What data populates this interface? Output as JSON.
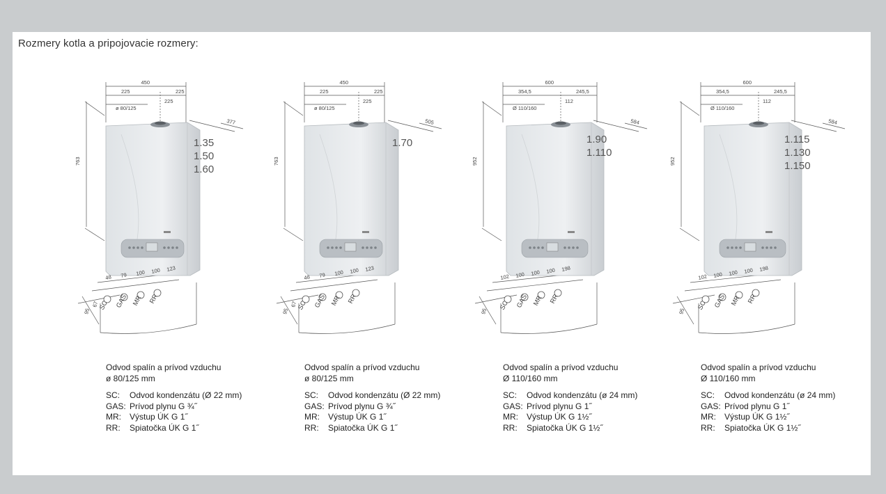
{
  "page": {
    "title": "Rozmery kotla a pripojovacie rozmery:"
  },
  "units": [
    {
      "models": [
        "1.35",
        "1.50",
        "1.60"
      ],
      "dims": {
        "width": "450",
        "half_left": "225",
        "half_right": "225",
        "flue_label": "ø 80/125",
        "flue_offset": "225",
        "depth": "377",
        "height": "763",
        "bottom": [
          "48",
          "79",
          "100",
          "100",
          "123"
        ],
        "side1": "67",
        "side2": "95"
      },
      "conn_labels": [
        "SC",
        "GAS",
        "MR",
        "RR"
      ],
      "caption": {
        "line1": "Odvod spalín a prívod vzduchu",
        "line2": "ø 80/125 mm",
        "legend": [
          {
            "key": "SC:",
            "text": "Odvod kondenzátu (Ø 22 mm)"
          },
          {
            "key": "GAS:",
            "text": "Prívod plynu G ¾˝"
          },
          {
            "key": "MR:",
            "text": "Výstup ÚK G 1˝"
          },
          {
            "key": "RR:",
            "text": "Spiatočka ÚK G 1˝"
          }
        ]
      }
    },
    {
      "models": [
        "1.70"
      ],
      "dims": {
        "width": "450",
        "half_left": "225",
        "half_right": "225",
        "flue_label": "ø 80/125",
        "flue_offset": "225",
        "depth": "505",
        "height": "763",
        "bottom": [
          "48",
          "79",
          "100",
          "100",
          "123"
        ],
        "side1": "67",
        "side2": "95"
      },
      "conn_labels": [
        "SC",
        "GAS",
        "MR",
        "RR"
      ],
      "caption": {
        "line1": "Odvod spalín a prívod vzduchu",
        "line2": "ø 80/125 mm",
        "legend": [
          {
            "key": "SC:",
            "text": "Odvod kondenzátu (Ø 22 mm)"
          },
          {
            "key": "GAS:",
            "text": "Prívod plynu G ¾˝"
          },
          {
            "key": "MR:",
            "text": "Výstup ÚK G 1˝"
          },
          {
            "key": "RR:",
            "text": "Spiatočka ÚK G 1˝"
          }
        ]
      }
    },
    {
      "models": [
        "1.90",
        "1.110"
      ],
      "dims": {
        "width": "600",
        "half_left": "354,5",
        "half_right": "245,5",
        "flue_label": "Ø 110/160",
        "flue_offset": "112",
        "depth": "584",
        "height": "952",
        "bottom": [
          "102",
          "100",
          "100",
          "100",
          "198"
        ],
        "side1": "",
        "side2": "95"
      },
      "conn_labels": [
        "SC",
        "GAS",
        "MR",
        "RR"
      ],
      "caption": {
        "line1": "Odvod spalín a prívod vzduchu",
        "line2": "Ø 110/160 mm",
        "legend": [
          {
            "key": "SC:",
            "text": "Odvod kondenzátu (ø 24 mm)"
          },
          {
            "key": "GAS:",
            "text": "Prívod plynu G 1˝"
          },
          {
            "key": "MR:",
            "text": "Výstup ÚK G 1½˝"
          },
          {
            "key": "RR:",
            "text": "Spiatočka ÚK G 1½˝"
          }
        ]
      }
    },
    {
      "models": [
        "1.115",
        "1.130",
        "1.150"
      ],
      "dims": {
        "width": "600",
        "half_left": "354,5",
        "half_right": "245,5",
        "flue_label": "Ø 110/160",
        "flue_offset": "112",
        "depth": "584",
        "height": "952",
        "bottom": [
          "102",
          "100",
          "100",
          "100",
          "198"
        ],
        "side1": "",
        "side2": "95"
      },
      "conn_labels": [
        "SC",
        "GAS",
        "MR",
        "RR"
      ],
      "caption": {
        "line1": "Odvod spalín a prívod vzduchu",
        "line2": "Ø 110/160 mm",
        "legend": [
          {
            "key": "SC:",
            "text": "Odvod kondenzátu (ø 24 mm)"
          },
          {
            "key": "GAS:",
            "text": "Prívod plynu G 1˝"
          },
          {
            "key": "MR:",
            "text": "Výstup ÚK G 1½˝"
          },
          {
            "key": "RR:",
            "text": "Spiatočka ÚK G 1½˝"
          }
        ]
      }
    }
  ]
}
